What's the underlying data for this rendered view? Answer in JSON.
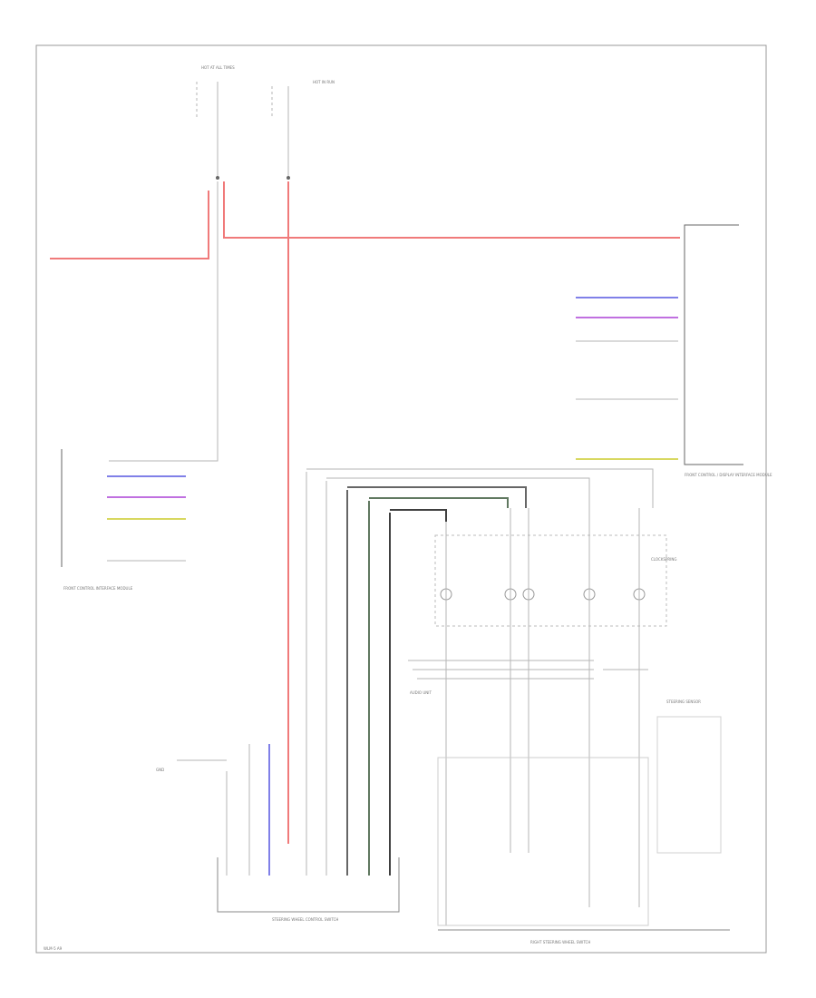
{
  "diagram": {
    "page_id": "WLM-5 A9",
    "colors": {
      "power_wire": "#f07a7a",
      "gray_wire": "#aaaaaa",
      "blue_wire": "#8080e8",
      "violet_wire": "#c070e0",
      "yellow_wire": "#d8d860",
      "green_wire": "#607860",
      "dark_wire": "#404040",
      "frame": "#888888"
    },
    "labels": {
      "fuse_label": "HOT AT ALL TIMES",
      "fuse_label_2": "HOT IN RUN",
      "right_module": "FRONT CONTROL / DISPLAY INTERFACE MODULE",
      "left_module": "FRONT CONTROL INTERFACE MODULE",
      "clockspring": "CLOCKSPRING",
      "steering_switch": "RIGHT STEERING WHEEL SWITCH",
      "left_connector": "STEERING WHEEL CONTROL SWITCH",
      "audio_unit": "AUDIO UNIT",
      "sensor_unit": "STEERING SENSOR",
      "ground": "GND"
    }
  }
}
